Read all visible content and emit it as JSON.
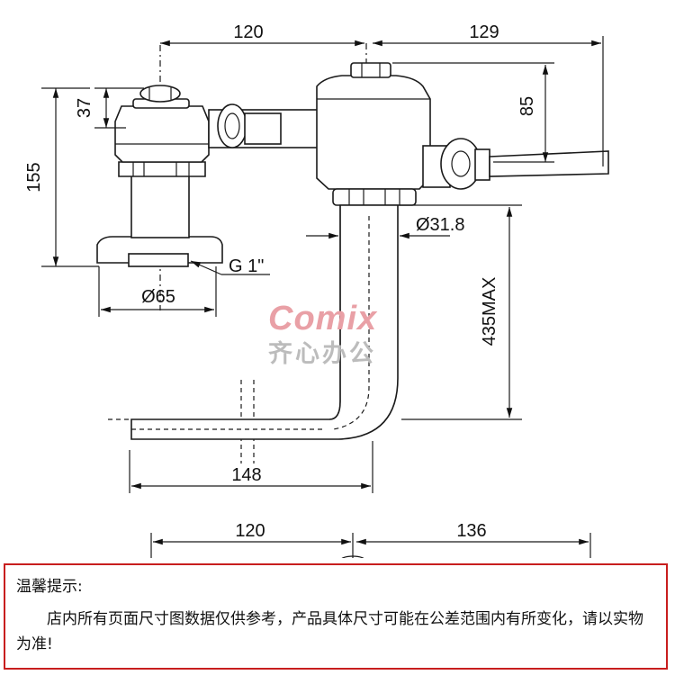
{
  "dimensions": {
    "top_left": "120",
    "top_right": "129",
    "height_37": "37",
    "height_155": "155",
    "height_85": "85",
    "dia_318": "Ø31.8",
    "thread": "G 1\"",
    "dia_65": "Ø65",
    "max_435": "435MAX",
    "bottom_148": "148",
    "lower_120": "120",
    "lower_136": "136"
  },
  "watermark": {
    "brand": "Comix",
    "subtitle": "齐心办公",
    "color": "#e9a0a6"
  },
  "notice": {
    "title": "温馨提示:",
    "body": "店内所有页面尺寸图数据仅供参考，产品具体尺寸可能在公差范围内有所变化，请以实物为准!",
    "border_color": "#c81e1e"
  }
}
